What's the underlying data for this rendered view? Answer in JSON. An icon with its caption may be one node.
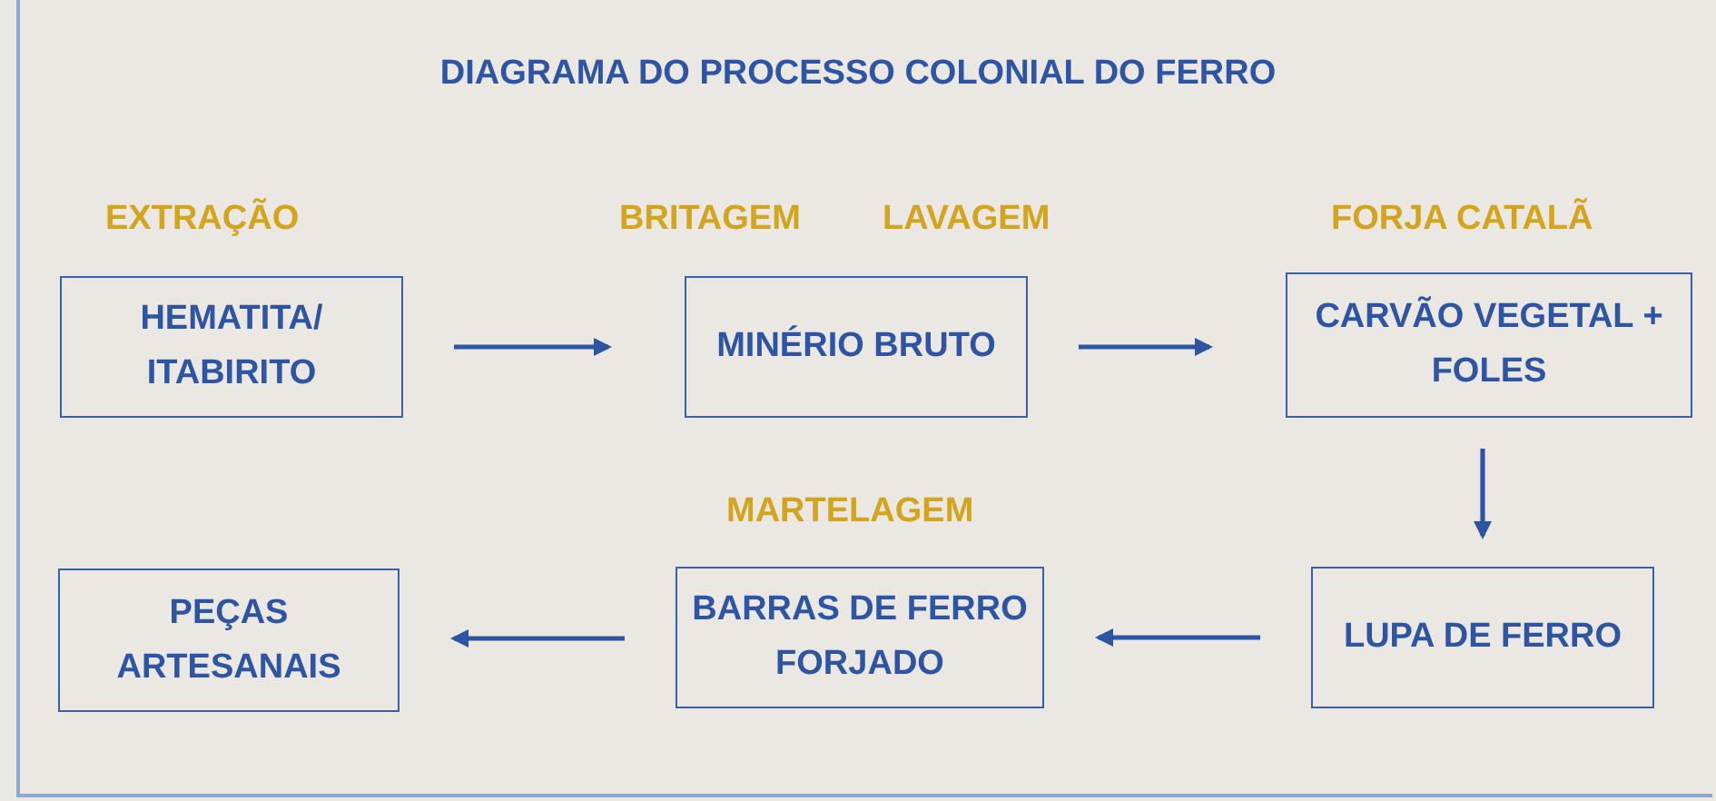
{
  "diagram": {
    "title": "DIAGRAMA DO PROCESSO COLONIAL DO FERRO",
    "nodes": [
      {
        "text": [
          "HEMATITA/ ITABIRITO"
        ],
        "beside": [
          "EXTRAÇÃO"
        ]
      },
      {
        "text": [
          "MINÉRIO BRUTO"
        ],
        "beside": [
          "BRITAGEM",
          "LAVAGEM"
        ]
      },
      {
        "text": [
          "CARVÃO VEGETAL + FOLES"
        ],
        "beside": [
          "FORJA CATALÃ"
        ]
      },
      {
        "text": [
          "LUPA DE FERRO"
        ]
      },
      {
        "text": [
          "BARRAS DE FERRO FORJADO"
        ],
        "beside": [
          "MARTELAGEM"
        ]
      },
      {
        "text": [
          "PEÇAS ARTESANAIS"
        ]
      }
    ],
    "edges": [
      {
        "from": 0,
        "to": 1,
        "arrow": "to"
      },
      {
        "from": 1,
        "to": 2,
        "arrow": "to"
      },
      {
        "from": 2,
        "to": 3,
        "arrow": "to"
      },
      {
        "from": 3,
        "to": 4,
        "arrow": "to"
      },
      {
        "from": 4,
        "to": 5,
        "arrow": "to"
      }
    ]
  }
}
